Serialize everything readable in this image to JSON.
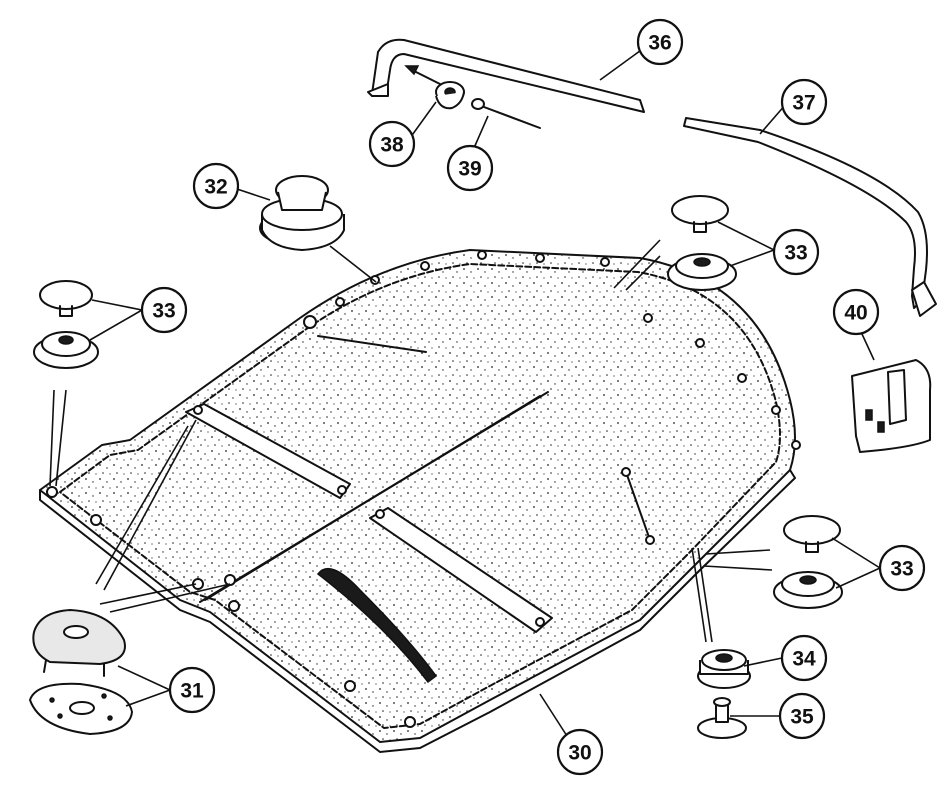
{
  "diagram": {
    "callouts": {
      "c30": "30",
      "c31": "31",
      "c32": "32",
      "c33a": "33",
      "c33b": "33",
      "c33c": "33",
      "c34": "34",
      "c35": "35",
      "c36": "36",
      "c37": "37",
      "c38": "38",
      "c39": "39",
      "c40": "40"
    },
    "colors": {
      "ink": "#111111",
      "background": "#ffffff"
    }
  }
}
